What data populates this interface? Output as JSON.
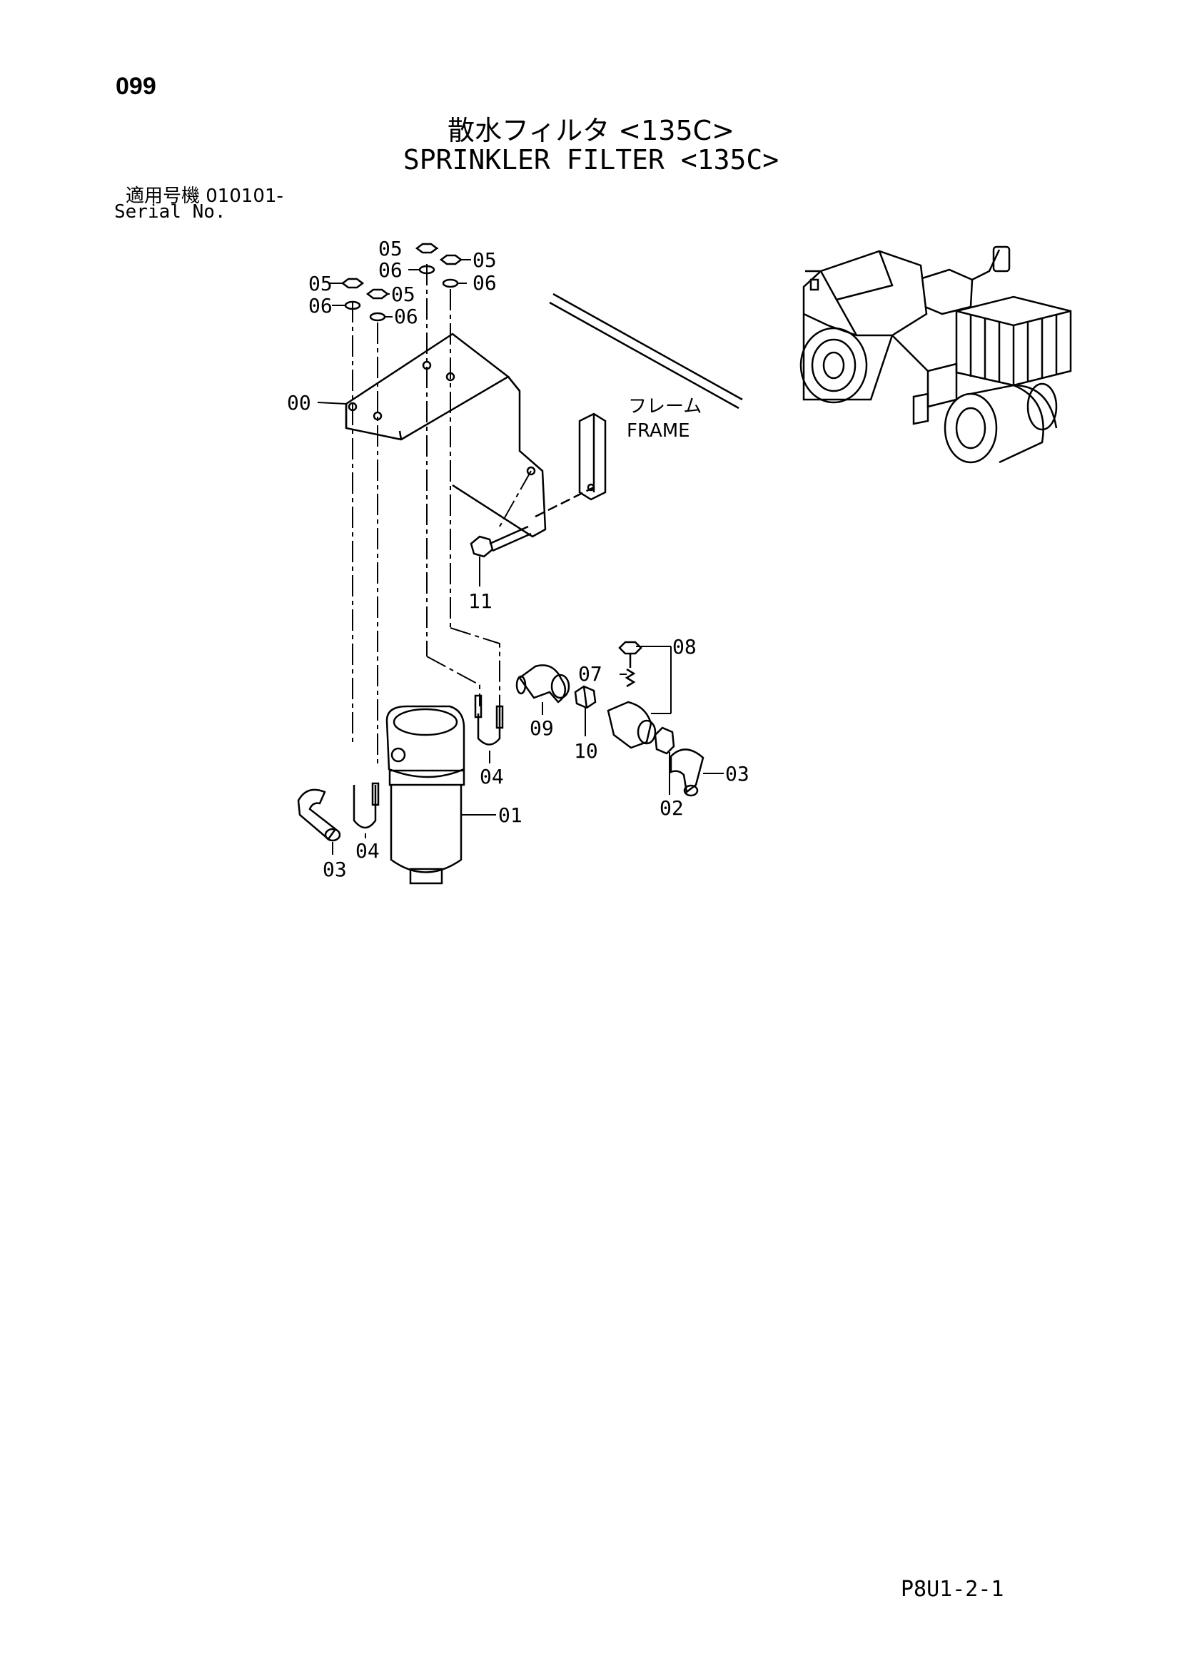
{
  "page": {
    "number": "099",
    "title_jp": "散水フィルタ <135C>",
    "title_en": "SPRINKLER FILTER <135C>",
    "serial_jp": "適用号機  010101-",
    "serial_en": "Serial No.",
    "doc_code": "P8U1-2-1"
  },
  "diagram": {
    "frame_label_jp": "フレーム",
    "frame_label_en": "FRAME",
    "callouts": {
      "c00": "00",
      "c01": "01",
      "c02": "02",
      "c03a": "03",
      "c03b": "03",
      "c04a": "04",
      "c04b": "04",
      "c05a": "05",
      "c05b": "05",
      "c05c": "05",
      "c05d": "05",
      "c06a": "06",
      "c06b": "06",
      "c06c": "06",
      "c06d": "06",
      "c07": "07",
      "c08": "08",
      "c09": "09",
      "c10": "10",
      "c11": "11"
    }
  }
}
